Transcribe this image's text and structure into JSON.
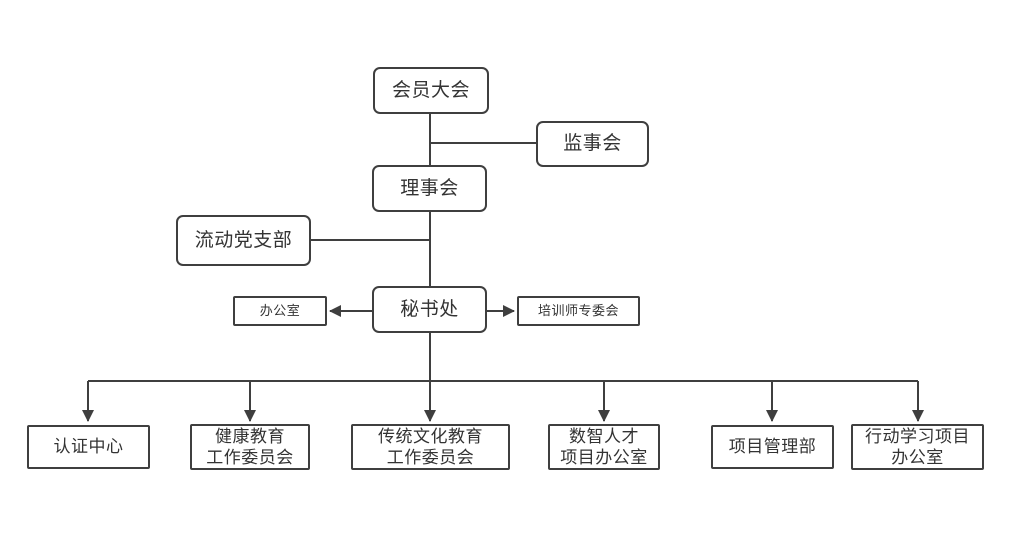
{
  "diagram": {
    "type": "org-chart",
    "colors": {
      "background": "#ffffff",
      "line": "#3f3f3f",
      "box_border": "#3f3f3f",
      "text": "#333333"
    },
    "nodes": {
      "members_assembly": {
        "label": "会员大会"
      },
      "supervisory_board": {
        "label": "监事会"
      },
      "council": {
        "label": "理事会"
      },
      "mobile_party_branch": {
        "label": "流动党支部"
      },
      "secretariat": {
        "label": "秘书处"
      },
      "office": {
        "label": "办公室"
      },
      "trainer_committee": {
        "label": "培训师专委会"
      },
      "certification_center": {
        "label": "认证中心"
      },
      "health_education": {
        "label": "健康教育\n工作委员会"
      },
      "traditional_culture": {
        "label": "传统文化教育\n工作委员会"
      },
      "digital_talent": {
        "label": "数智人才\n项目办公室"
      },
      "project_management": {
        "label": "项目管理部"
      },
      "action_learning": {
        "label": "行动学习项目\n办公室"
      }
    },
    "edges": [
      {
        "from": "members_assembly",
        "to": "council",
        "arrow": false
      },
      {
        "from": "members_assembly",
        "to": "supervisory_board",
        "arrow": false
      },
      {
        "from": "council",
        "to": "mobile_party_branch",
        "arrow": false
      },
      {
        "from": "council",
        "to": "secretariat",
        "arrow": false
      },
      {
        "from": "secretariat",
        "to": "office",
        "arrow": true
      },
      {
        "from": "secretariat",
        "to": "trainer_committee",
        "arrow": true
      },
      {
        "from": "secretariat",
        "to": "certification_center",
        "arrow": true
      },
      {
        "from": "secretariat",
        "to": "health_education",
        "arrow": true
      },
      {
        "from": "secretariat",
        "to": "traditional_culture",
        "arrow": true
      },
      {
        "from": "secretariat",
        "to": "digital_talent",
        "arrow": true
      },
      {
        "from": "secretariat",
        "to": "project_management",
        "arrow": true
      },
      {
        "from": "secretariat",
        "to": "action_learning",
        "arrow": true
      }
    ]
  }
}
